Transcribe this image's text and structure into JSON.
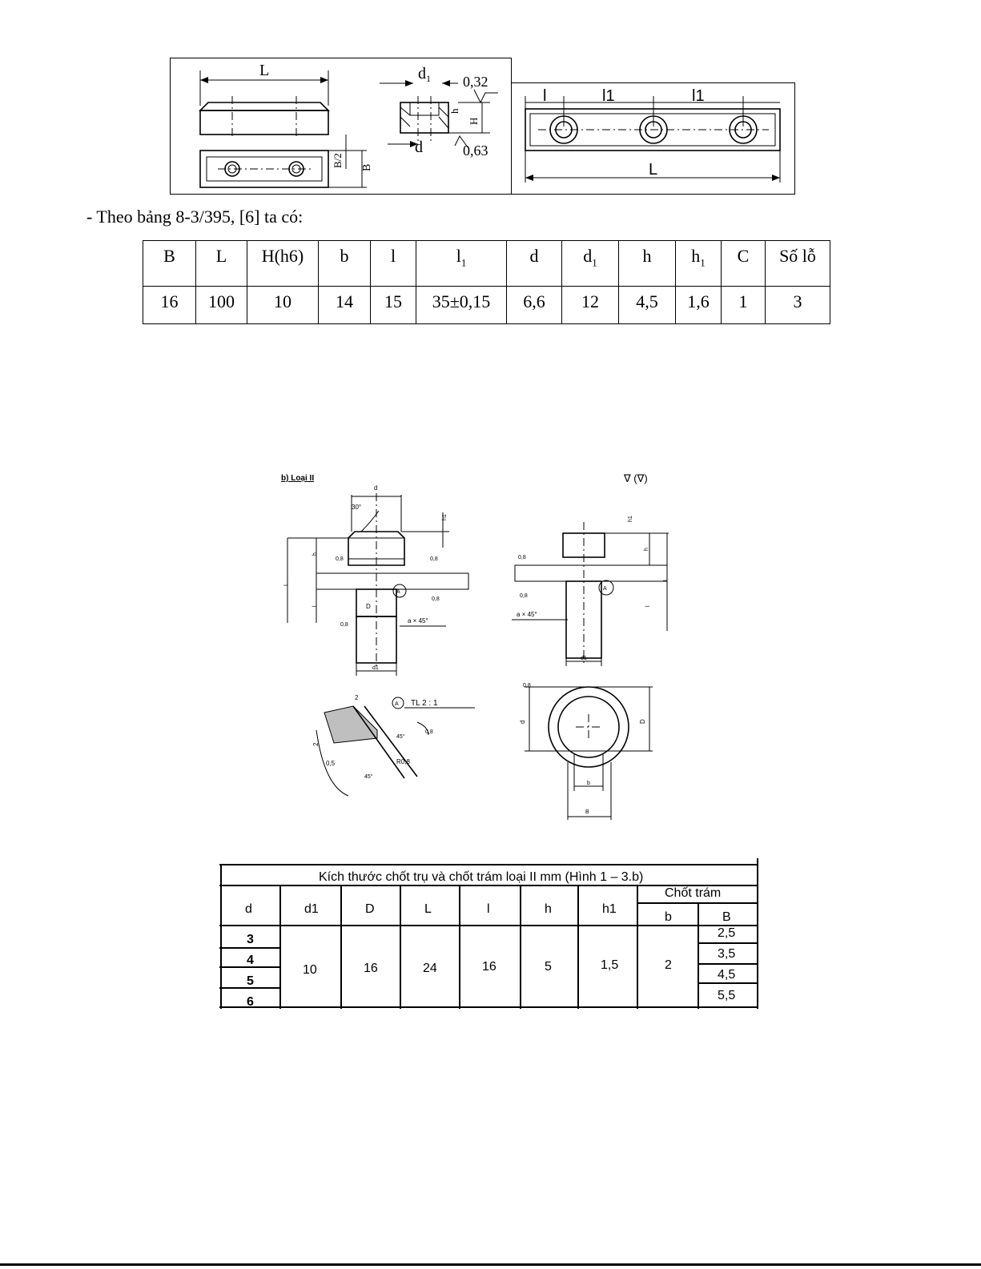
{
  "figure_top": {
    "labels": {
      "L": "L",
      "d1": "d",
      "d1_sub": "1",
      "r032": "0,32",
      "r063": "0,63",
      "h": "h",
      "H": "H",
      "d": "d",
      "B": "B",
      "B2": "B/2",
      "l": "l",
      "l1a": "l1",
      "l1b": "l1",
      "L2": "L"
    }
  },
  "intro_text": "- Theo bảng 8-3/395, [6] ta có:",
  "table1": {
    "headers": [
      {
        "main": "B",
        "sub": ""
      },
      {
        "main": "L",
        "sub": ""
      },
      {
        "main": "H(h6)",
        "sub": ""
      },
      {
        "main": "b",
        "sub": ""
      },
      {
        "main": "l",
        "sub": ""
      },
      {
        "main": "l",
        "sub": "1"
      },
      {
        "main": "d",
        "sub": ""
      },
      {
        "main": "d",
        "sub": "1"
      },
      {
        "main": "h",
        "sub": ""
      },
      {
        "main": "h",
        "sub": "1"
      },
      {
        "main": "C",
        "sub": ""
      },
      {
        "main": "Số lỗ",
        "sub": ""
      }
    ],
    "values": [
      "16",
      "100",
      "10",
      "14",
      "15",
      "35±0,15",
      "6,6",
      "12",
      "4,5",
      "1,6",
      "1",
      "3"
    ]
  },
  "figure_mid": {
    "title": "b) Loại II",
    "roughness": "∇ (∇)",
    "labels": {
      "d": "d",
      "angle30": "30°",
      "h1": "h1",
      "h": "h",
      "L": "L",
      "l": "l",
      "D": "D",
      "d1": "d1",
      "r08": "0,8",
      "chamfer": "a × 45°",
      "markA": "A",
      "detail_title": "TL  2 : 1",
      "two": "2",
      "half": "0,5",
      "angle45": "45°",
      "R08": "R0,8",
      "b": "b",
      "B": "B"
    }
  },
  "table2": {
    "title": "Kích thước chốt trụ và chốt trám loại II mm (Hình 1 – 3.b)",
    "headers": [
      "d",
      "d1",
      "D",
      "L",
      "l",
      "h",
      "h1"
    ],
    "group_header": "Chốt trám",
    "group_subheaders": [
      "b",
      "B"
    ],
    "d_values": [
      "3",
      "4",
      "5",
      "6"
    ],
    "shared_values": {
      "d1": "10",
      "D": "16",
      "L": "24",
      "l": "16",
      "h": "5",
      "h1": "1,5",
      "b": "2"
    },
    "B_values": [
      "2,5",
      "3,5",
      "4,5",
      "5,5"
    ]
  }
}
